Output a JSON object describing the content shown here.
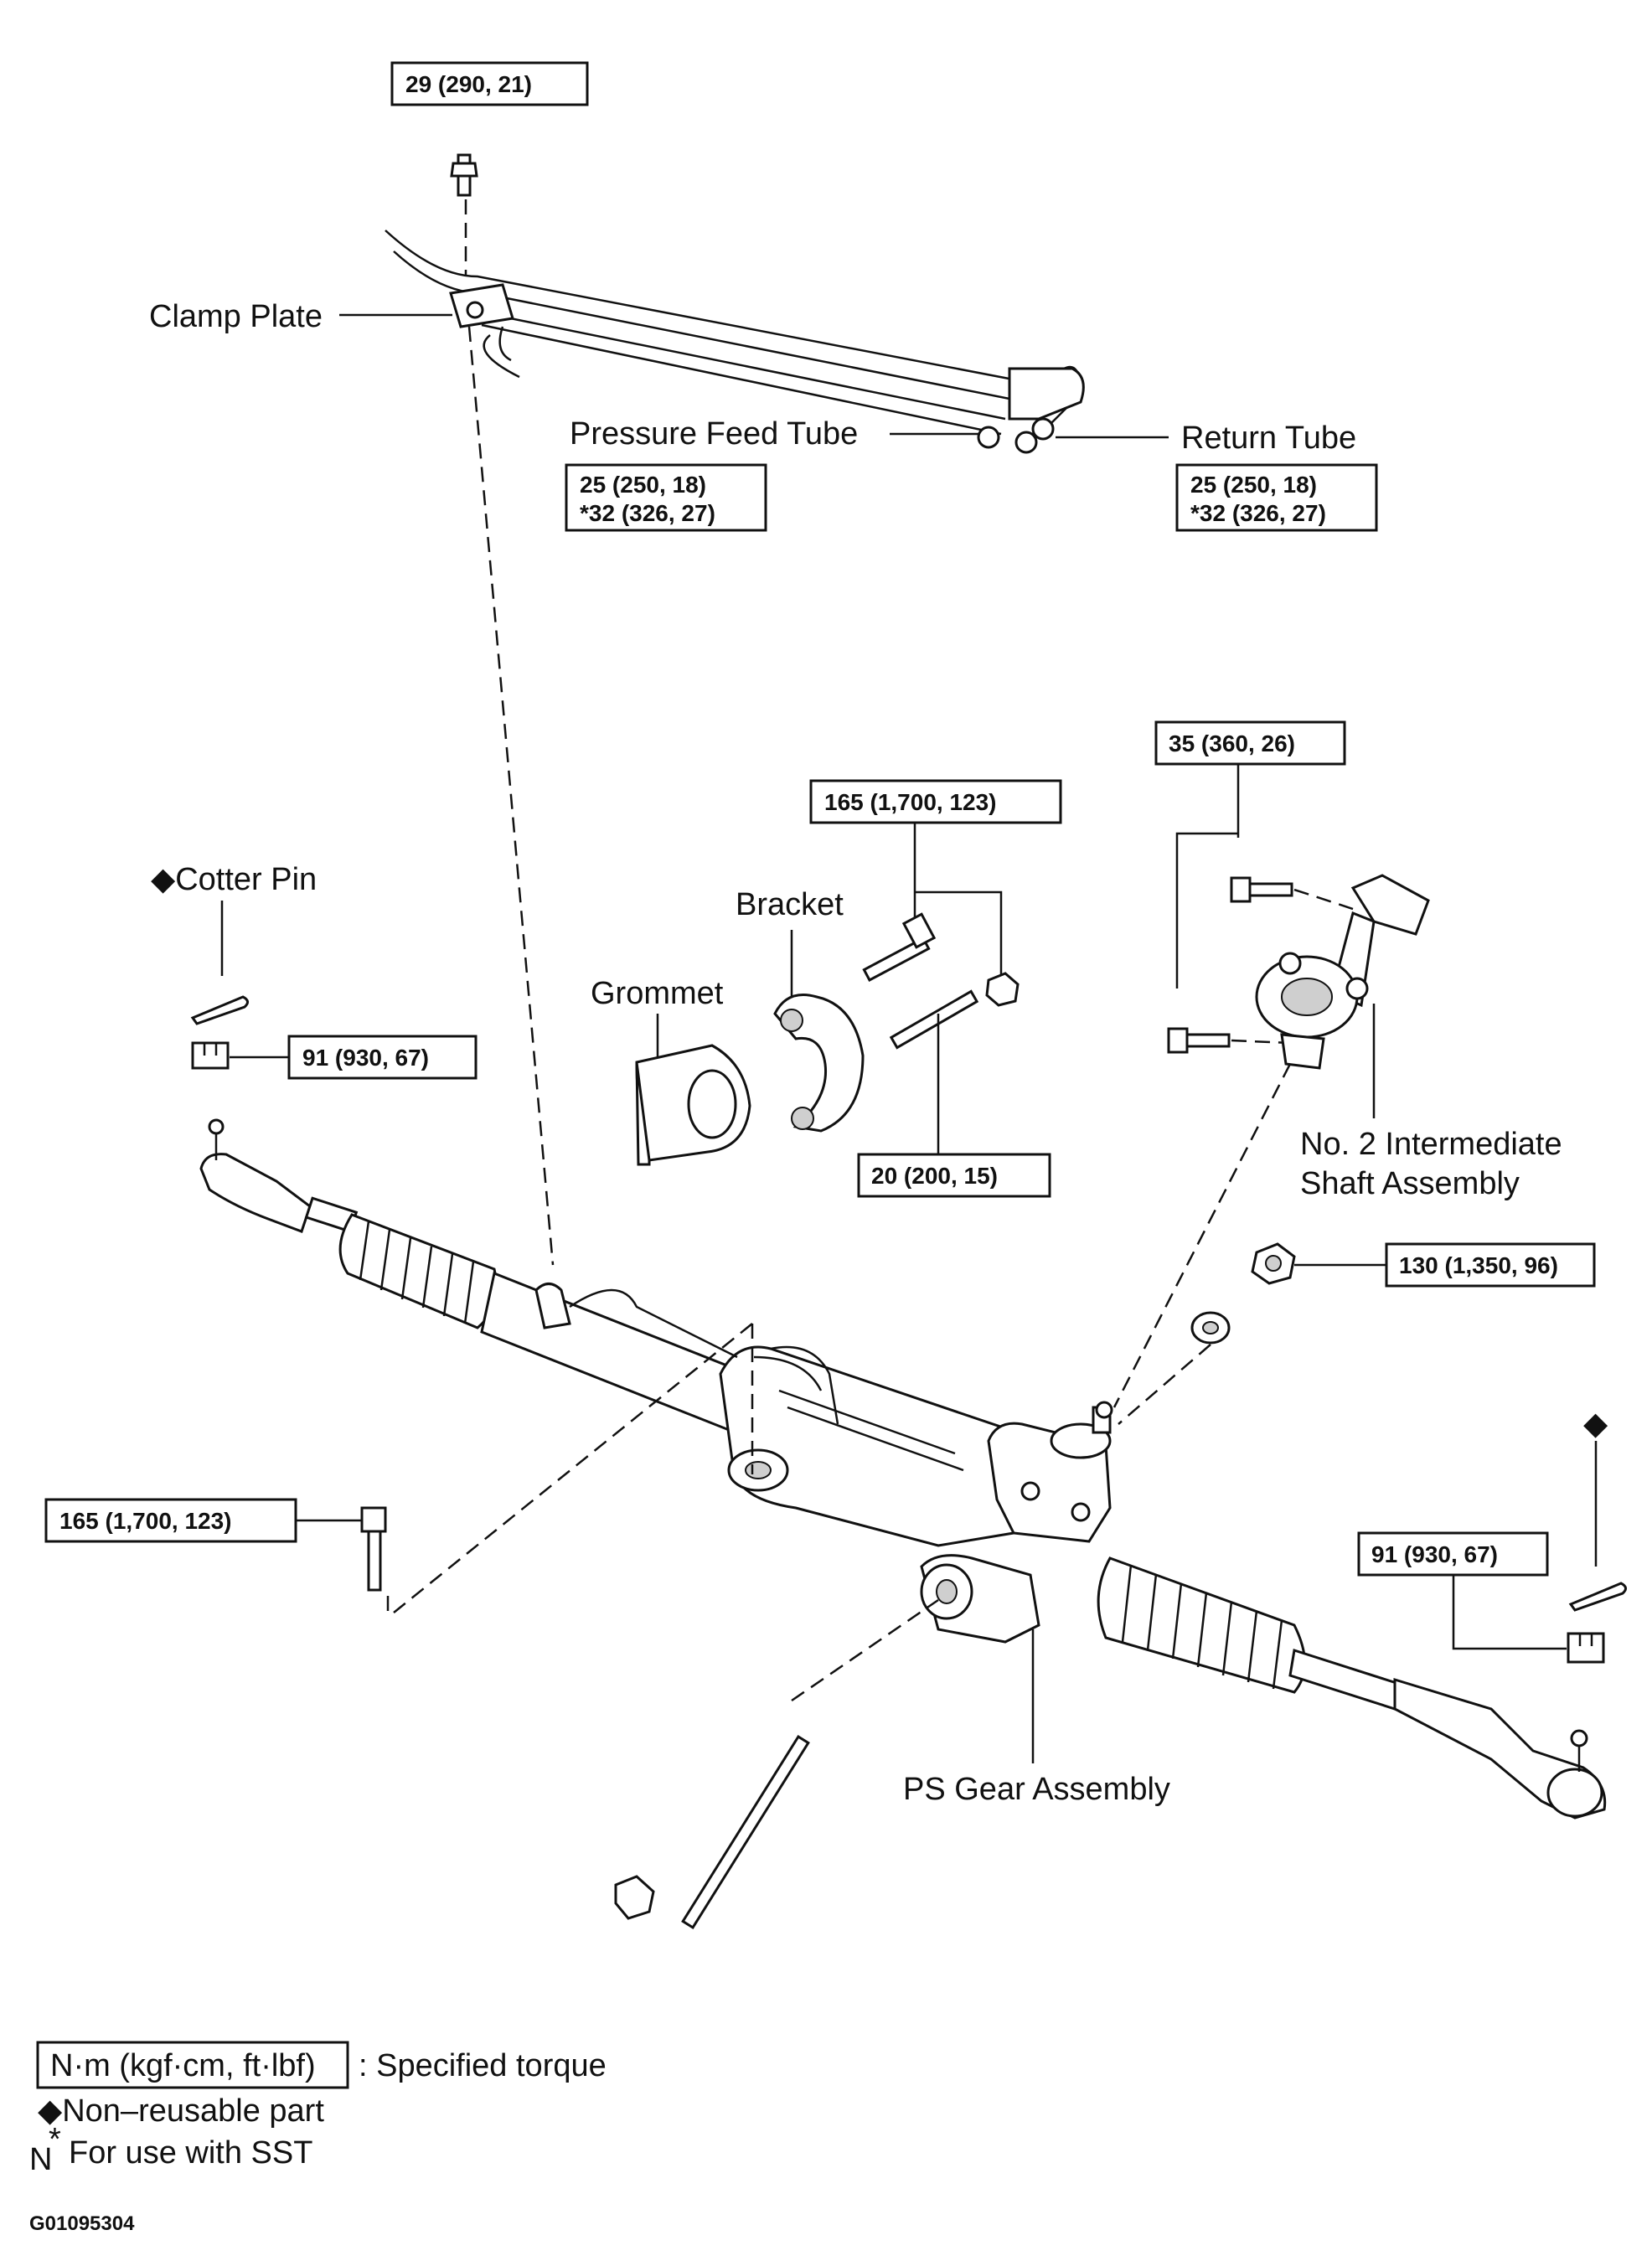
{
  "labels": {
    "clamp_plate": "Clamp Plate",
    "pressure_feed_tube": "Pressure Feed Tube",
    "return_tube": "Return Tube",
    "cotter_pin": "◆Cotter Pin",
    "bracket": "Bracket",
    "grommet": "Grommet",
    "intermediate_shaft_1": "No. 2 Intermediate",
    "intermediate_shaft_2": "Shaft Assembly",
    "ps_gear": "PS Gear Assembly",
    "nonreusable_marker": "◆"
  },
  "torques": {
    "clamp_bolt": "29 (290, 21)",
    "pressure_tube_1": "25 (250, 18)",
    "pressure_tube_2": "*32 (326, 27)",
    "return_tube_1": "25 (250, 18)",
    "return_tube_2": "*32 (326, 27)",
    "shaft_bolts": "35 (360, 26)",
    "bracket_bolt": "165 (1,700, 123)",
    "stud": "20 (200, 15)",
    "left_tie_nut": "91 (930, 67)",
    "mount_nut": "130 (1,350, 96)",
    "gear_bolt": "165 (1,700, 123)",
    "right_tie_nut": "91 (930, 67)"
  },
  "legend": {
    "unit_box": "N·m (kgf·cm, ft·lbf)",
    "unit_desc": ": Specified torque",
    "nonreusable": "◆Non–reusable part",
    "sst_n": "N",
    "sst_star": "*",
    "sst_desc": "For use with SST"
  },
  "figure_code": "G01095304"
}
